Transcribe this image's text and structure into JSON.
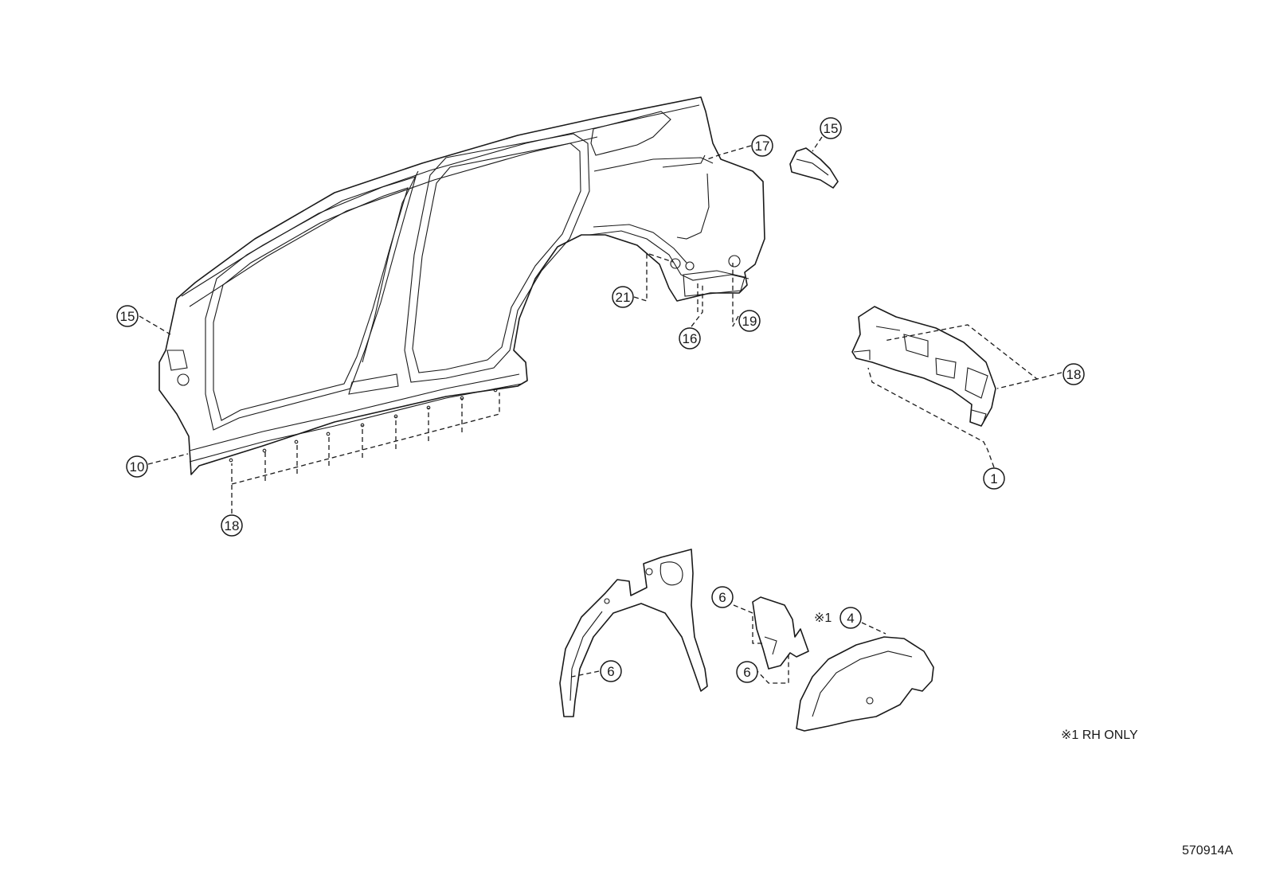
{
  "callouts": {
    "c15a": "15",
    "c15b": "15",
    "c17": "17",
    "c21": "21",
    "c16": "16",
    "c19": "19",
    "c10": "10",
    "c18a": "18",
    "c18b": "18",
    "c1": "1",
    "c6a": "6",
    "c6b": "6",
    "c6c": "6",
    "c4": "4"
  },
  "note_mark": "※1",
  "footnote": "※1 RH ONLY",
  "diagram_id": "570914A"
}
